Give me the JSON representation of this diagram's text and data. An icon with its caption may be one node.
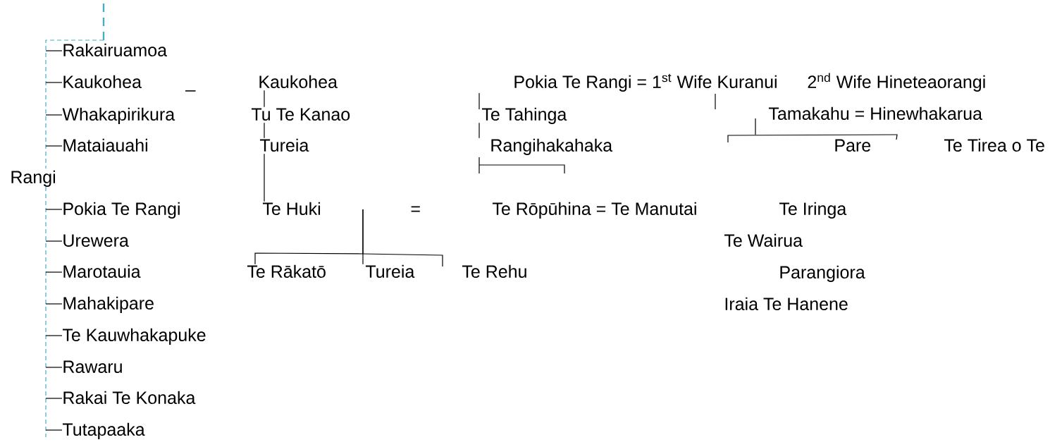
{
  "diagram": {
    "nodes": [
      {
        "text": [
          "Rakairuamoa"
        ]
      },
      {
        "text": [
          "Kaukohea"
        ]
      },
      {
        "text": [
          "Whakapirikura"
        ]
      },
      {
        "text": [
          "Mataiauahi"
        ]
      },
      {
        "text": [
          "Pokia Te Rangi"
        ]
      },
      {
        "text": [
          "Urewera"
        ]
      },
      {
        "text": [
          "Marotauia"
        ]
      },
      {
        "text": [
          "Mahakipare"
        ]
      },
      {
        "text": [
          "Te Kauwhakapuke"
        ]
      },
      {
        "text": [
          "Rawaru"
        ]
      },
      {
        "text": [
          "Rakai Te Konaka"
        ]
      },
      {
        "text": [
          "Tutapaaka"
        ]
      },
      {
        "text": [
          "Kaukohea"
        ]
      },
      {
        "text": [
          "Tu Te Kanao"
        ]
      },
      {
        "text": [
          "Tureia"
        ]
      },
      {
        "text": [
          "Te Huki"
        ]
      },
      {
        "text": [
          "Te Tahinga"
        ]
      },
      {
        "text": [
          "Rangihakahaka"
        ]
      },
      {
        "text": [
          "Te Rākatō"
        ]
      },
      {
        "text": [
          "Tureia"
        ]
      }
    ],
    "edges": [
      {
        "from": null,
        "to": 0,
        "arrow": "none"
      },
      {
        "from": null,
        "to": 1,
        "arrow": "none"
      },
      {
        "from": null,
        "to": 2,
        "arrow": "none"
      },
      {
        "from": null,
        "to": 3,
        "arrow": "none"
      },
      {
        "from": null,
        "to": 4,
        "arrow": "none"
      },
      {
        "from": null,
        "to": 5,
        "arrow": "none"
      },
      {
        "from": null,
        "to": 6,
        "arrow": "none"
      },
      {
        "from": null,
        "to": 7,
        "arrow": "none"
      },
      {
        "from": null,
        "to": 8,
        "arrow": "none"
      },
      {
        "from": null,
        "to": 9,
        "arrow": "none"
      },
      {
        "from": null,
        "to": 10,
        "arrow": "none"
      },
      {
        "from": null,
        "to": 11,
        "arrow": "none"
      },
      {
        "from": 12,
        "to": 13,
        "arrow": "none"
      },
      {
        "from": 13,
        "to": 14,
        "arrow": "none"
      },
      {
        "from": 14,
        "to": 15,
        "arrow": "none"
      },
      {
        "from": 16,
        "to": 17,
        "arrow": "none"
      },
      {
        "from": null,
        "to": 18,
        "arrow": "none"
      },
      {
        "from": null,
        "to": 19,
        "arrow": "none"
      }
    ],
    "labels": [
      "_",
      "Pokia Te Rangi = 1$^{st}$ Wife Kuranui",
      "2$^{nd}$ Wife Hineteaorangi",
      "Tamakahu = Hinewhakarua",
      "Pare",
      "Te Tirea o Te",
      "Rangi",
      "=",
      "Te Rōpūhina = Te Manutai",
      "Te Iringa",
      "Te Wairua",
      "Te Rehu",
      "Parangiora",
      "Iraia Te Hanene"
    ]
  }
}
